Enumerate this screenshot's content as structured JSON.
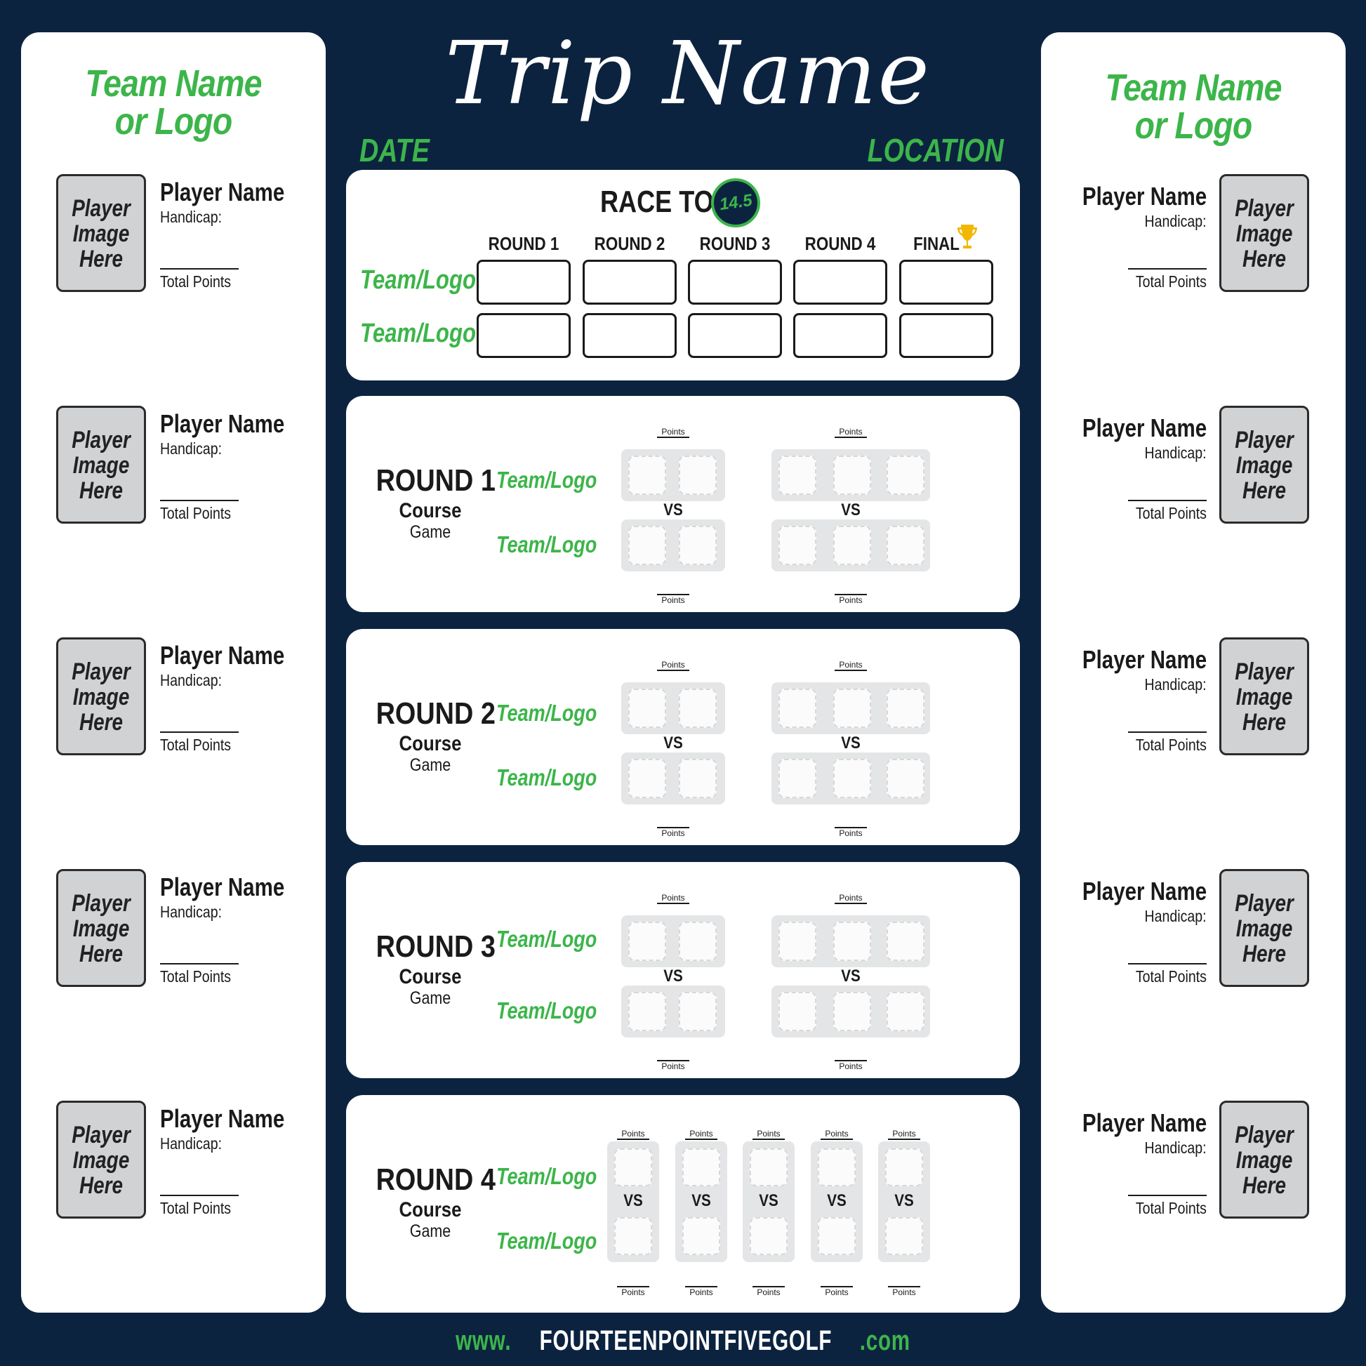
{
  "trip": {
    "title": "Trip Name",
    "date": "DATE",
    "location": "LOCATION"
  },
  "left_side": {
    "team": [
      "Team Name",
      "or Logo"
    ],
    "players": [
      {
        "image": [
          "Player",
          "Image",
          "Here"
        ],
        "name": "Player Name",
        "handicap_label": "Handicap:",
        "total_label": "Total Points"
      },
      {
        "image": [
          "Player",
          "Image",
          "Here"
        ],
        "name": "Player Name",
        "handicap_label": "Handicap:",
        "total_label": "Total Points"
      },
      {
        "image": [
          "Player",
          "Image",
          "Here"
        ],
        "name": "Player Name",
        "handicap_label": "Handicap:",
        "total_label": "Total Points"
      },
      {
        "image": [
          "Player",
          "Image",
          "Here"
        ],
        "name": "Player Name",
        "handicap_label": "Handicap:",
        "total_label": "Total Points"
      },
      {
        "image": [
          "Player",
          "Image",
          "Here"
        ],
        "name": "Player Name",
        "handicap_label": "Handicap:",
        "total_label": "Total Points"
      }
    ]
  },
  "right_side": {
    "team": [
      "Team Name",
      "or Logo"
    ],
    "players": [
      {
        "image": [
          "Player",
          "Image",
          "Here"
        ],
        "name": "Player Name",
        "handicap_label": "Handicap:",
        "total_label": "Total Points"
      },
      {
        "image": [
          "Player",
          "Image",
          "Here"
        ],
        "name": "Player Name",
        "handicap_label": "Handicap:",
        "total_label": "Total Points"
      },
      {
        "image": [
          "Player",
          "Image",
          "Here"
        ],
        "name": "Player Name",
        "handicap_label": "Handicap:",
        "total_label": "Total Points"
      },
      {
        "image": [
          "Player",
          "Image",
          "Here"
        ],
        "name": "Player Name",
        "handicap_label": "Handicap:",
        "total_label": "Total Points"
      },
      {
        "image": [
          "Player",
          "Image",
          "Here"
        ],
        "name": "Player Name",
        "handicap_label": "Handicap:",
        "total_label": "Total Points"
      }
    ]
  },
  "race": {
    "title": "RACE TO",
    "logo_text": "14.5",
    "columns": [
      "ROUND 1",
      "ROUND 2",
      "ROUND 3",
      "ROUND 4",
      "FINAL"
    ],
    "rows": [
      "Team/Logo",
      "Team/Logo"
    ]
  },
  "rounds": [
    {
      "title": "ROUND 1",
      "course": "Course",
      "game": "Game",
      "team_a": "Team/Logo",
      "team_b": "Team/Logo",
      "vs": "VS",
      "points": "Points"
    },
    {
      "title": "ROUND 2",
      "course": "Course",
      "game": "Game",
      "team_a": "Team/Logo",
      "team_b": "Team/Logo",
      "vs": "VS",
      "points": "Points"
    },
    {
      "title": "ROUND 3",
      "course": "Course",
      "game": "Game",
      "team_a": "Team/Logo",
      "team_b": "Team/Logo",
      "vs": "VS",
      "points": "Points"
    },
    {
      "title": "ROUND 4",
      "course": "Course",
      "game": "Game",
      "team_a": "Team/Logo",
      "team_b": "Team/Logo",
      "vs": "VS",
      "points": "Points"
    }
  ],
  "footer": {
    "prefix": "www.",
    "domain": "FOURTEENPOINTFIVEGOLF",
    "suffix": ".com"
  },
  "colors": {
    "navy": "#0c2340",
    "green": "#3cb54a",
    "gold": "#f2b705"
  }
}
